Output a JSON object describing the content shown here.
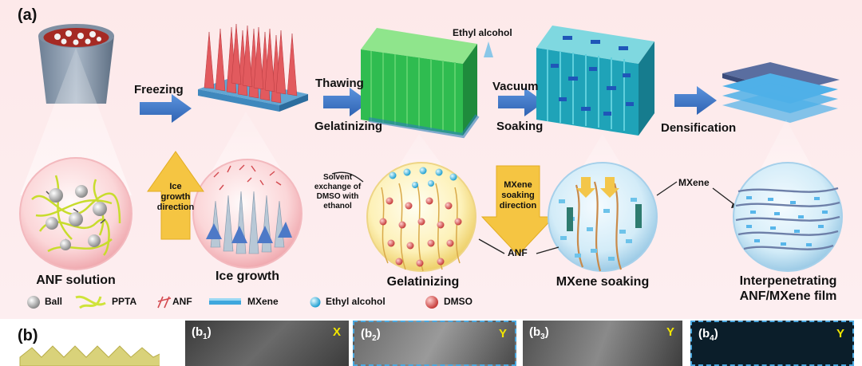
{
  "panel_a": {
    "tag": "(a)",
    "stages": {
      "s1": "ANF solution",
      "s2": "Ice growth",
      "s3": "Gelatinizing",
      "s4": "MXene soaking",
      "s5_line1": "Interpenetrating",
      "s5_line2": "ANF/MXene film"
    },
    "arrows": {
      "a1": "Freezing",
      "a2_top": "Thawing",
      "a2_bottom": "Gelatinizing",
      "a3_top": "Vacuum",
      "a3_bottom": "Soaking",
      "a4": "Densification"
    },
    "notes": {
      "ethyl_alcohol": "Ethyl alcohol",
      "ice_dir_1": "Ice",
      "ice_dir_2": "growth",
      "ice_dir_3": "direction",
      "solvent_1": "Solvent",
      "solvent_2": "exchange of",
      "solvent_3": "DMSO with",
      "solvent_4": "ethanol",
      "mx_dir_1": "MXene",
      "mx_dir_2": "soaking",
      "mx_dir_3": "direction",
      "anf_callout": "ANF",
      "mxene_callout": "MXene"
    },
    "legend": {
      "ball": "Ball",
      "ppta": "PPTA",
      "anf": "ANF",
      "mxene": "MXene",
      "ethyl": "Ethyl alcohol",
      "dmso": "DMSO"
    }
  },
  "panel_b": {
    "tag": "(b)",
    "images": [
      {
        "tag": "(b",
        "sub": "1",
        "close": ")",
        "axis": "X"
      },
      {
        "tag": "(b",
        "sub": "2",
        "close": ")",
        "axis": "Y"
      },
      {
        "tag": "(b",
        "sub": "3",
        "close": ")",
        "axis": "Y"
      },
      {
        "tag": "(b",
        "sub": "4",
        "close": ")",
        "axis": "Y"
      }
    ]
  },
  "colors": {
    "arrow_blue": "#3c78c8",
    "ice_yellow": "#f5c542",
    "ice_red": "#e0474c",
    "gel_green": "#33c25a",
    "mxene_cyan": "#2aa9d6",
    "dmso_red": "#d9534f",
    "ppta_yellow": "#cfe33a",
    "axis_yellow": "#f2e600"
  }
}
